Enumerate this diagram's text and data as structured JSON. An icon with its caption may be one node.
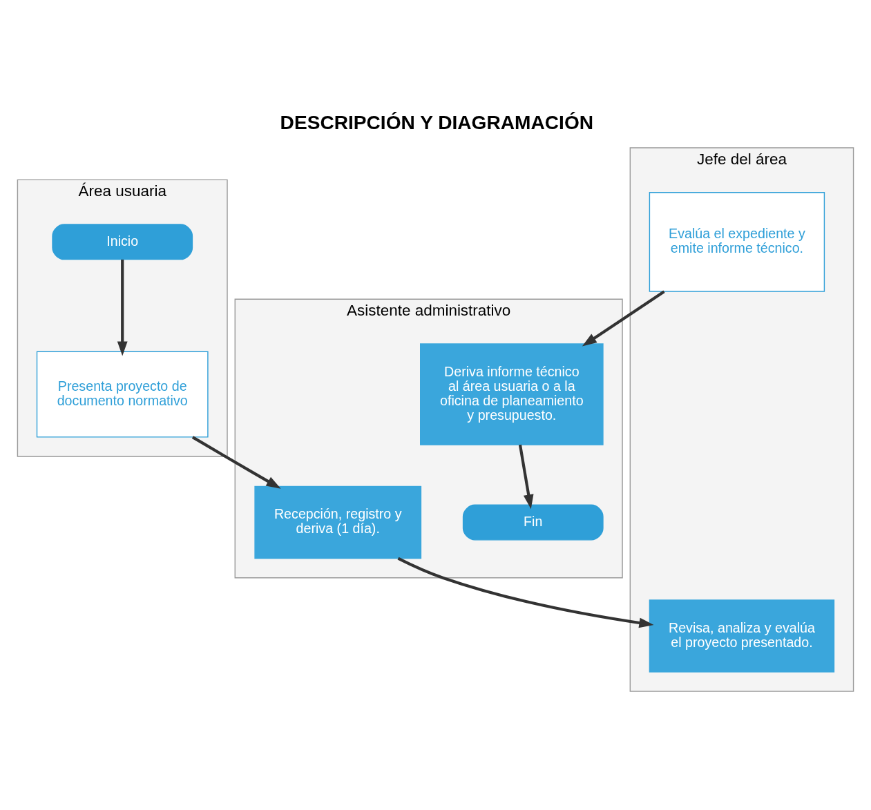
{
  "diagram": {
    "title": "DESCRIPCIÓN Y DIAGRAMACIÓN",
    "nodes": [
      {
        "text": [
          "Área usuaria"
        ]
      },
      {
        "text": [
          "Asistente administrativo"
        ]
      },
      {
        "text": [
          "Jefe del área"
        ]
      },
      {
        "text": [
          "Inicio"
        ],
        "in": 0
      },
      {
        "text": [
          "Presenta proyecto de documento normativo"
        ],
        "in": 0
      },
      {
        "text": [
          "Recepción, registro y deriva (1 día)."
        ],
        "in": 1
      },
      {
        "text": [
          "Deriva informe técnico al área usuaria o a la oficina de planeamiento y presupuesto."
        ],
        "in": 1
      },
      {
        "text": [
          "Fin"
        ],
        "in": 1
      },
      {
        "text": [
          "Revisa, analiza y evalúa el proyecto presentado."
        ],
        "in": 2
      },
      {
        "text": [
          "Evalúa el expediente y emite informe técnico."
        ],
        "in": 2
      }
    ],
    "edges": [
      {
        "from": 3,
        "to": 4,
        "arrow": "to"
      },
      {
        "from": 4,
        "to": 5,
        "arrow": "to"
      },
      {
        "from": 5,
        "to": 8,
        "arrow": "to"
      },
      {
        "from": 9,
        "to": 6,
        "arrow": "to"
      },
      {
        "from": 6,
        "to": 7,
        "arrow": "to"
      }
    ]
  }
}
